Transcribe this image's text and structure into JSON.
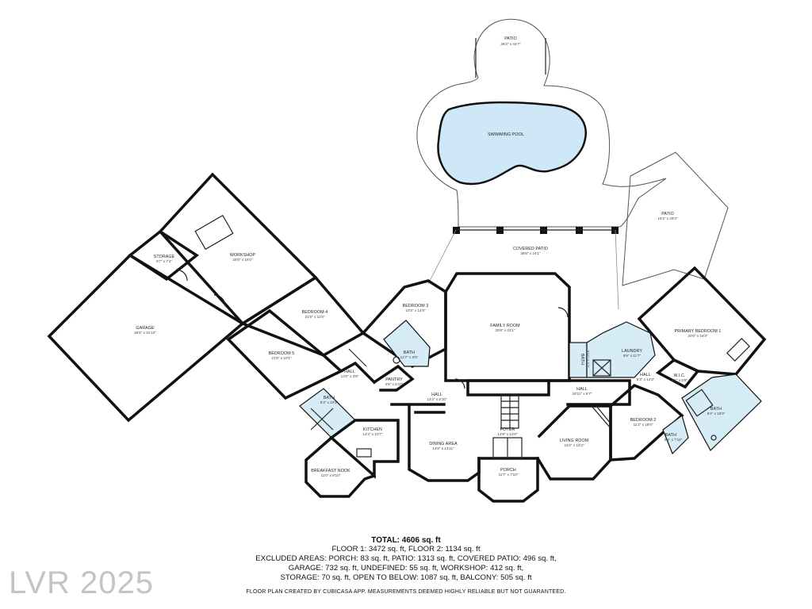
{
  "rooms": {
    "patio_top": {
      "name": "PATIO",
      "dim": "38'2\" x 44'7\""
    },
    "pool": {
      "name": "SWIMMING POOL",
      "dim": ""
    },
    "patio_right": {
      "name": "PATIO",
      "dim": "15'2\" x 29'3\""
    },
    "covered_patio": {
      "name": "COVERED PATIO",
      "dim": "38'6\" x 24'1\""
    },
    "workshop": {
      "name": "WORKSHOP",
      "dim": "25'5\" x 16'0\""
    },
    "storage": {
      "name": "STORAGE",
      "dim": "9'7\" x 7'4\""
    },
    "garage": {
      "name": "GARAGE",
      "dim": "26'5\" x 31'10\""
    },
    "bedroom4": {
      "name": "BEDROOM 4",
      "dim": "21'5\" x 11'5\""
    },
    "bedroom5": {
      "name": "BEDROOM 5",
      "dim": "21'6\" x 10'1\""
    },
    "bedroom3": {
      "name": "BEDROOM 3",
      "dim": "10'2\" x 14'8\""
    },
    "bath_b3": {
      "name": "BATH",
      "dim": "12'7\" x 6'5\""
    },
    "family": {
      "name": "FAMILY ROOM",
      "dim": "25'8\" x 22'1\""
    },
    "bath_small": {
      "name": "BATH",
      "dim": "5'11\" x 7'1\""
    },
    "laundry": {
      "name": "LAUNDRY",
      "dim": "9'8\" x 11'7\""
    },
    "primary": {
      "name": "PRIMARY BEDROOM 1",
      "dim": "20'6\" x 18'3\""
    },
    "hall_a": {
      "name": "HALL",
      "dim": "13'0\" x 3'8\""
    },
    "pantry": {
      "name": "PANTRY",
      "dim": "4'6\" x 5'10\""
    },
    "hall_b": {
      "name": "HALL",
      "dim": "14'3\" x 8'10\""
    },
    "hall_c": {
      "name": "HALL",
      "dim": "18'11\" x 5'7\""
    },
    "hall_d": {
      "name": "HALL",
      "dim": "5'3\" x 12'3\""
    },
    "wic": {
      "name": "W.I.C.",
      "dim": "8'2\" x 5'8\""
    },
    "bath_primary": {
      "name": "BATH",
      "dim": "8'4\" x 18'3\""
    },
    "bath_b5": {
      "name": "BATH",
      "dim": "8'3\" x 10'1\""
    },
    "kitchen": {
      "name": "KITCHEN",
      "dim": "14'3\" x 10'7\""
    },
    "foyer": {
      "name": "FOYER",
      "dim": "12'8\" x 12'0\""
    },
    "bedroom2": {
      "name": "BEDROOM 2",
      "dim": "11'2\" x 18'0\""
    },
    "bath_b2": {
      "name": "BATH",
      "dim": "6'4\" x 7'10\""
    },
    "dining": {
      "name": "DINING AREA",
      "dim": "14'8\" x 13'11\""
    },
    "living": {
      "name": "LIVING ROOM",
      "dim": "15'2\" x 15'3\""
    },
    "breakfast": {
      "name": "BREAKFAST NOOK",
      "dim": "11'0\" x 8'10\""
    },
    "porch": {
      "name": "PORCH",
      "dim": "11'7\" x 7'10\""
    }
  },
  "summary": {
    "total": "TOTAL: 4606 sq. ft",
    "line1": "FLOOR 1: 3472 sq. ft, FLOOR 2: 1134 sq. ft",
    "line2": "EXCLUDED AREAS: PORCH: 83 sq. ft, PATIO: 1313 sq. ft, COVERED PATIO: 496 sq. ft,",
    "line3": "GARAGE: 732 sq. ft, UNDEFINED: 55 sq. ft, WORKSHOP: 412 sq. ft,",
    "line4": "STORAGE: 70 sq. ft, OPEN TO BELOW: 1087 sq. ft, BALCONY: 505 sq. ft",
    "credit": "FLOOR PLAN CREATED BY CUBICASA APP. MEASUREMENTS DEEMED HIGHLY RELIABLE BUT NOT GUARANTEED."
  },
  "watermark": "LVR 2025"
}
